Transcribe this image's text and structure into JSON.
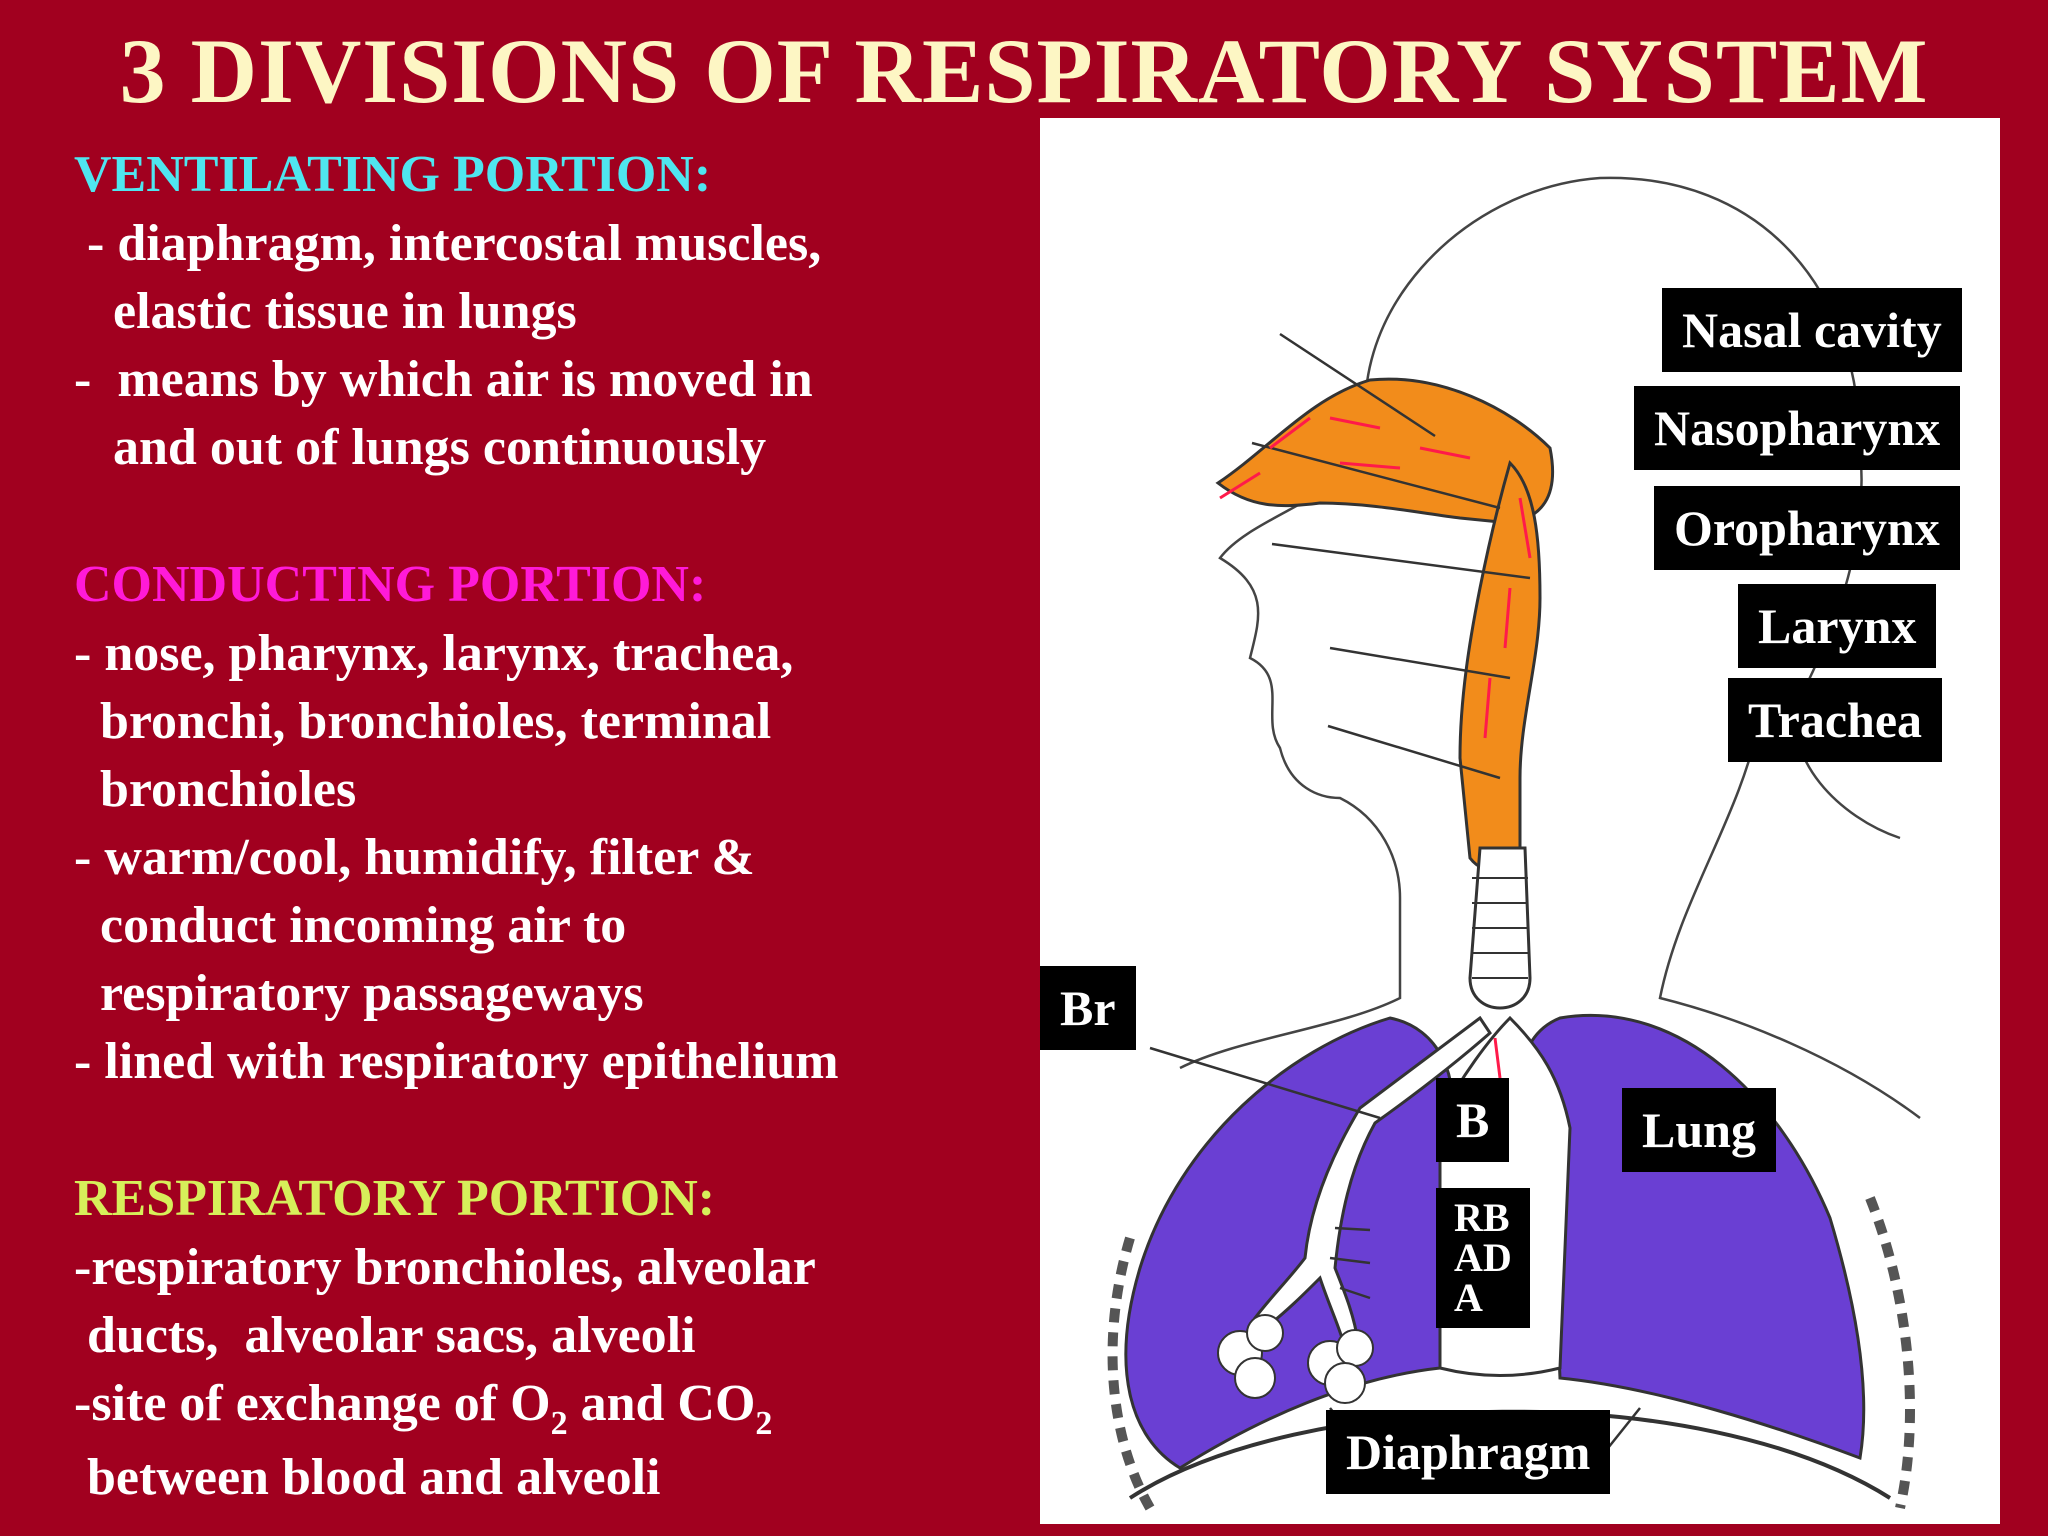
{
  "title": "3 DIVISIONS OF RESPIRATORY SYSTEM",
  "ventilating": {
    "heading": "VENTILATING PORTION:",
    "lines": [
      " - diaphragm, intercostal muscles,",
      "   elastic tissue in lungs",
      "-  means by which air is moved in",
      "   and out of lungs continuously"
    ]
  },
  "conducting": {
    "heading": "CONDUCTING PORTION:",
    "lines": [
      "- nose, pharynx, larynx, trachea,",
      "  bronchi, bronchioles, terminal",
      "  bronchioles",
      "- warm/cool, humidify, filter &",
      "  conduct incoming air to",
      "  respiratory passageways",
      "- lined with respiratory epithelium"
    ]
  },
  "respiratory": {
    "heading": "RESPIRATORY PORTION:",
    "lines": [
      "-respiratory bronchioles, alveolar",
      " ducts,  alveolar sacs, alveoli"
    ],
    "exchange_prefix": "-site of exchange of O",
    "exchange_o_sub": "2",
    "exchange_mid": " and CO",
    "exchange_co_sub": "2",
    "last_line": " between blood and alveoli"
  },
  "figure_labels": {
    "nasal_cavity": "Nasal cavity",
    "nasopharynx": "Nasopharynx",
    "oropharynx": "Oropharynx",
    "larynx": "Larynx",
    "trachea": "Trachea",
    "br": "Br",
    "b": "B",
    "lung": "Lung",
    "rb": "RB",
    "ad": "AD",
    "a": "A",
    "diaphragm": "Diaphragm"
  },
  "colors": {
    "background": "#a1001f",
    "title": "#fdf6c4",
    "ventilating_heading": "#4fe6ef",
    "conducting_heading": "#ff1ad8",
    "respiratory_heading": "#d7ef5a",
    "airway": "#f28c1b",
    "lung": "#6a3fd3",
    "arrow": "#ff1a4a"
  }
}
